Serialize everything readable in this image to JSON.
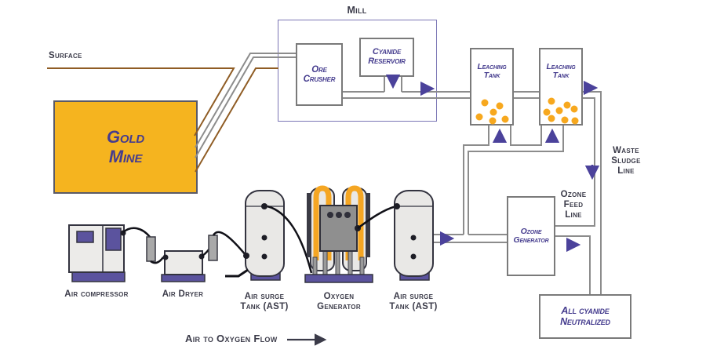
{
  "diagram": "gold-mine-cyanide-neutralization-flow",
  "labels": {
    "mill": "Mill",
    "surface": "Surface",
    "ore_crusher": "Ore\nCrusher",
    "cyanide_reservoir": "Cyanide\nReservoir",
    "gold_mine": "Gold\nMine",
    "leaching_tank_1": "Leaching\nTank",
    "leaching_tank_2": "Leaching\nTank",
    "waste_sludge_line": "Waste\nSludge\nLine",
    "ozone_feed_line": "Ozone\nFeed\nLine",
    "ozone_generator_box": "Ozone\nGenerator",
    "all_cyanide_neutralized": "All cyanide\nNeutralized",
    "air_compressor": "Air compressor",
    "air_dryer": "Air Dryer",
    "air_surge_tank_left": "Air surge\nTank (AST)",
    "oxygen_generator": "Oxygen\nGenerator",
    "air_surge_tank_right": "Air surge\nTank (AST)",
    "flow_caption": "Air to Oxygen Flow"
  },
  "colors": {
    "gold_fill": "#f5b41f",
    "purple_text": "#453c8e",
    "dark_text": "#3b3b49",
    "arrow_purple": "#4b429b",
    "pipe_gray": "#8c8c8c",
    "shaft_brown": "#8f5c24",
    "mill_border": "#7b76b5",
    "box_border": "#7a7a7a",
    "equipment_purple": "#5b539e",
    "equipment_outline": "#33333f",
    "ore_dot_orange": "#f7a81e",
    "oxygen_pipe_orange": "#f5a623"
  }
}
